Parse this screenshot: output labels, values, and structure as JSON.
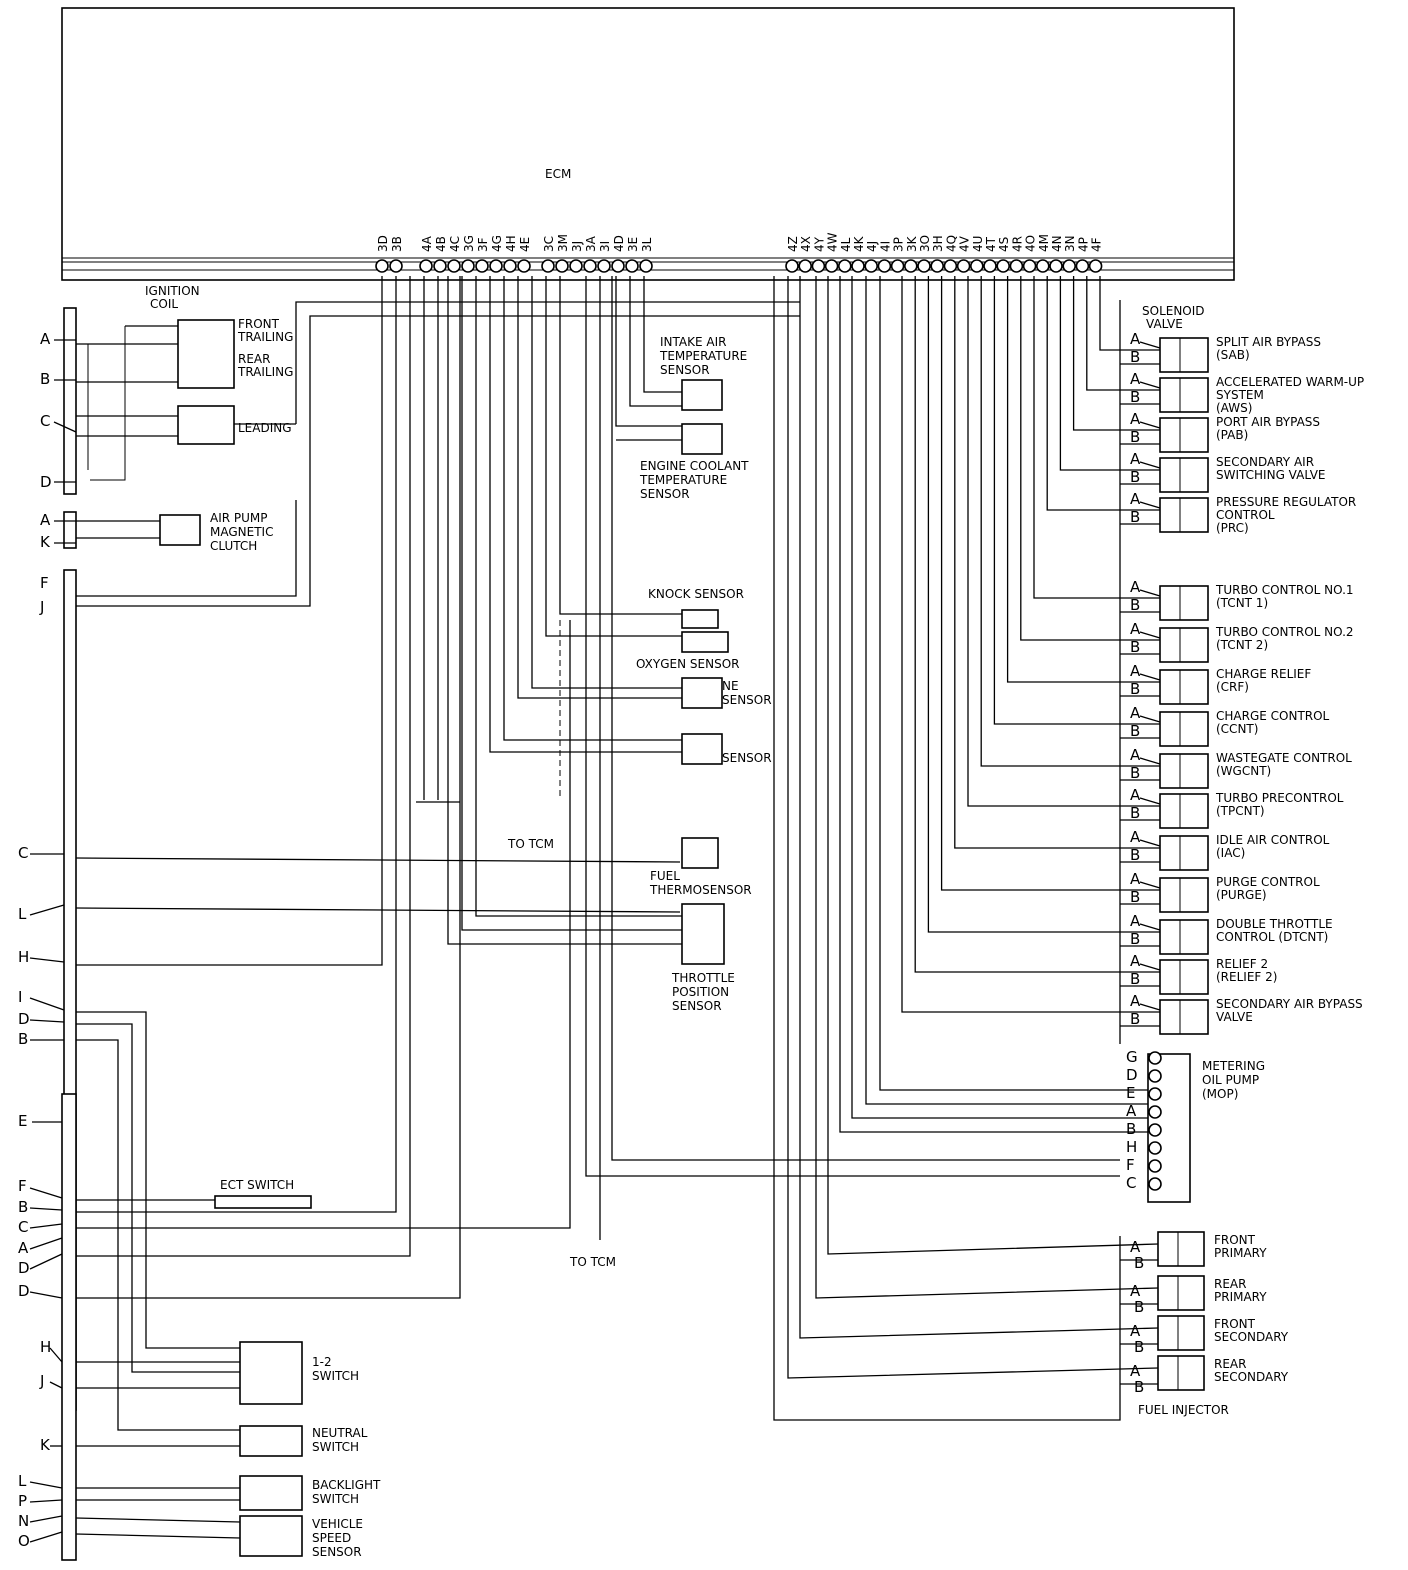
{
  "ecm": {
    "label": "ECM"
  },
  "ecm_pins_left": [
    "3D",
    "3B",
    "4A",
    "4B",
    "4C",
    "3G",
    "3F",
    "4G",
    "4H",
    "4E",
    "3C",
    "3M",
    "3J",
    "3A",
    "3I",
    "4D",
    "3E",
    "3L"
  ],
  "ecm_pins_right": [
    "4Z",
    "4X",
    "4Y",
    "4W",
    "4L",
    "4K",
    "4J",
    "4I",
    "3P",
    "3K",
    "3O",
    "3H",
    "4Q",
    "4V",
    "4U",
    "4T",
    "4S",
    "4R",
    "4O",
    "4M",
    "4N",
    "3N",
    "4P",
    "4F"
  ],
  "left_labels": {
    "ignition_coil": [
      "IGNITION",
      "COIL"
    ],
    "front_trailing": [
      "FRONT",
      "TRAILING"
    ],
    "rear_trailing": [
      "REAR",
      "TRAILING"
    ],
    "leading": "LEADING",
    "air_pump": [
      "AIR PUMP",
      "MAGNETIC",
      "CLUTCH"
    ],
    "ect_switch": "ECT SWITCH",
    "switch_12": [
      "1-2",
      "SWITCH"
    ],
    "neutral_switch": [
      "NEUTRAL",
      "SWITCH"
    ],
    "backlight_switch": [
      "BACKLIGHT",
      "SWITCH"
    ],
    "vehicle_speed_sensor": [
      "VEHICLE",
      "SPEED",
      "SENSOR"
    ]
  },
  "connector1_pins": [
    "A",
    "B",
    "C",
    "D"
  ],
  "connector2_pins": [
    "A",
    "K"
  ],
  "connector3_pins": [
    "F",
    "J"
  ],
  "connector4_pins": [
    "C",
    "L",
    "H"
  ],
  "connector5_pins": [
    "I",
    "D",
    "B"
  ],
  "connector6_pins": [
    "E",
    "F",
    "B",
    "C",
    "A",
    "D",
    "D",
    "H",
    "J",
    "K",
    "L",
    "P",
    "N",
    "O"
  ],
  "center_labels": {
    "iat_sensor": [
      "INTAKE AIR",
      "TEMPERATURE",
      "SENSOR"
    ],
    "ect_sensor": [
      "ENGINE COOLANT",
      "TEMPERATURE",
      "SENSOR"
    ],
    "knock_sensor": "KNOCK SENSOR",
    "oxygen_sensor": "OXYGEN SENSOR",
    "ne_sensor": [
      "NE",
      "SENSOR"
    ],
    "g_sensor": "SENSOR",
    "to_tcm_1": "TO TCM",
    "to_tcm_2": "TO TCM",
    "fuel_thermosensor": [
      "FUEL",
      "THERMOSENSOR"
    ],
    "throttle_position_sensor": [
      "THROTTLE",
      "POSITION",
      "SENSOR"
    ]
  },
  "solenoid_valve": [
    "SOLENOID",
    "VALVE"
  ],
  "solenoids": [
    [
      "SPLIT AIR BYPASS",
      "(SAB)"
    ],
    [
      "ACCELERATED WARM-UP",
      "SYSTEM",
      "(AWS)"
    ],
    [
      "PORT AIR BYPASS",
      "(PAB)"
    ],
    [
      "SECONDARY AIR",
      "SWITCHING VALVE"
    ],
    [
      "PRESSURE REGULATOR",
      "CONTROL",
      "(PRC)"
    ],
    [
      "TURBO CONTROL NO.1",
      "(TCNT 1)"
    ],
    [
      "TURBO CONTROL NO.2",
      "(TCNT 2)"
    ],
    [
      "CHARGE RELIEF",
      "(CRF)"
    ],
    [
      "CHARGE CONTROL",
      "(CCNT)"
    ],
    [
      "WASTEGATE CONTROL",
      "(WGCNT)"
    ],
    [
      "TURBO PRECONTROL",
      "(TPCNT)"
    ],
    [
      "IDLE AIR CONTROL",
      "(IAC)"
    ],
    [
      "PURGE CONTROL",
      "(PURGE)"
    ],
    [
      "DOUBLE THROTTLE",
      "CONTROL (DTCNT)"
    ],
    [
      "RELIEF 2",
      "(RELIEF 2)"
    ],
    [
      "SECONDARY AIR BYPASS",
      "VALVE"
    ]
  ],
  "metering_oil_pump": [
    "METERING",
    "OIL PUMP",
    "(MOP)"
  ],
  "mop_pins": [
    "G",
    "D",
    "E",
    "A",
    "B",
    "H",
    "F",
    "C"
  ],
  "injectors": [
    [
      "FRONT",
      "PRIMARY"
    ],
    [
      "REAR",
      "PRIMARY"
    ],
    [
      "FRONT",
      "SECONDARY"
    ],
    [
      "REAR",
      "SECONDARY"
    ]
  ],
  "fuel_injector_label": "FUEL INJECTOR"
}
